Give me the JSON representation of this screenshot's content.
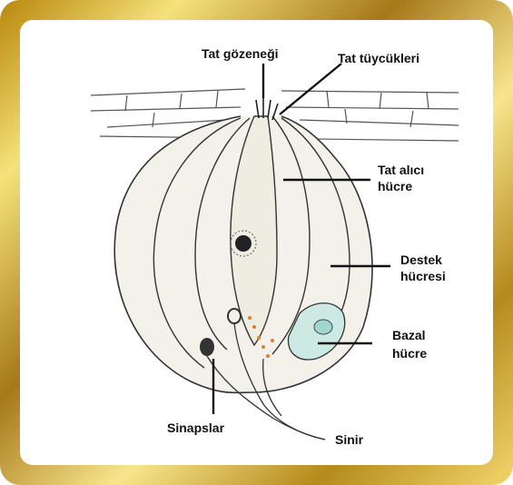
{
  "labels": {
    "taste_pore": "Tat gözeneği",
    "taste_hairs": "Tat tüycükleri",
    "receptor_line1": "Tat alıcı",
    "receptor_line2": "hücre",
    "support_line1": "Destek",
    "support_line2": "hücresi",
    "basal_line1": "Bazal",
    "basal_line2": "hücre",
    "synapses": "Sinapslar",
    "nerve": "Sinir"
  },
  "colors": {
    "frame_gold": "#d4a62a",
    "ink": "#111111",
    "synapse_orange": "#d9822b",
    "basal_teal": "#9fd6cf"
  }
}
